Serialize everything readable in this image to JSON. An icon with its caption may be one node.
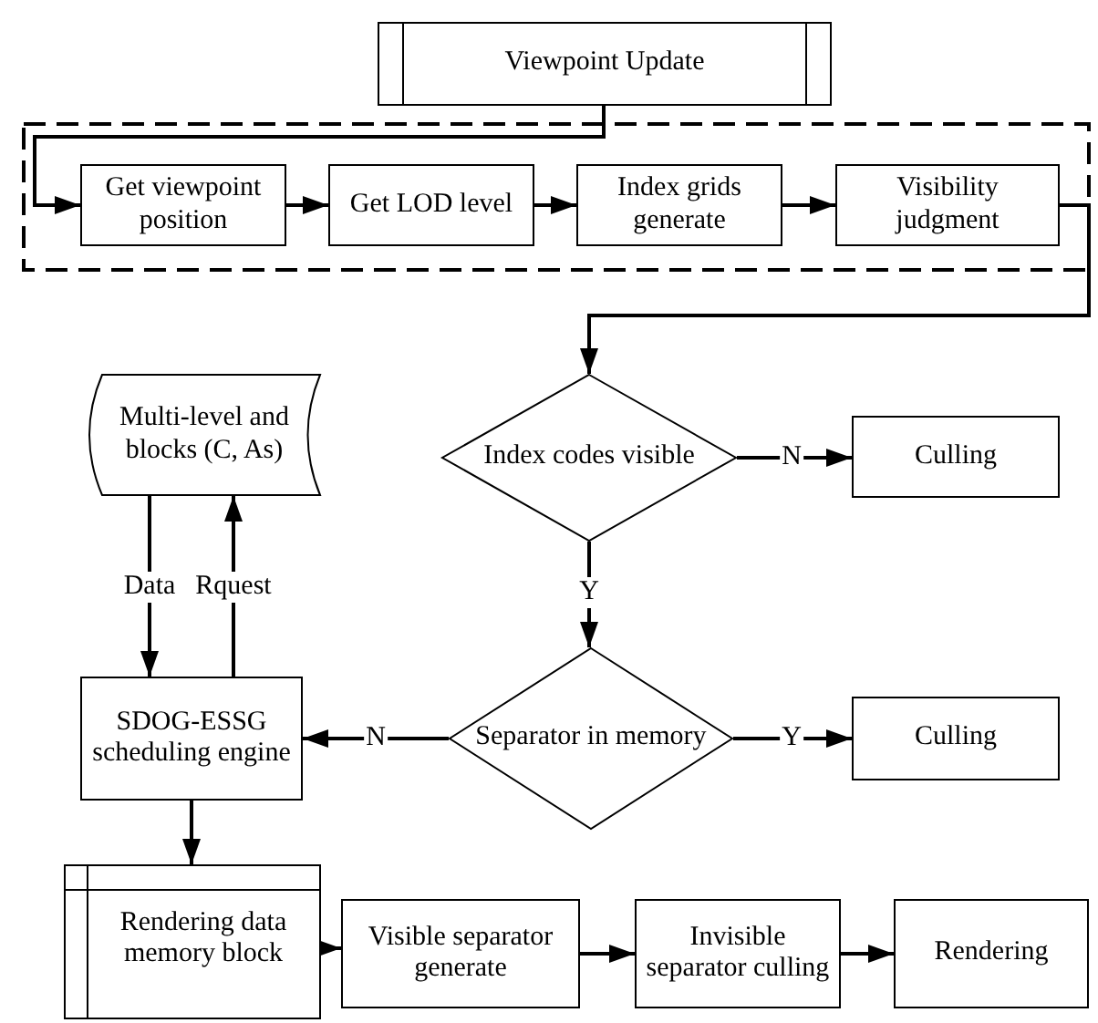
{
  "diagram": {
    "nodes": [
      {
        "text": [
          "Viewpoint Update"
        ]
      },
      {
        "text": [],
        "shape": "box"
      },
      {
        "text": [
          "Get viewpoint position"
        ],
        "in": 1
      },
      {
        "text": [
          "Get LOD level"
        ],
        "in": 1
      },
      {
        "text": [
          "Index grids generate"
        ],
        "in": 1
      },
      {
        "text": [
          "Visibility judgment"
        ],
        "in": 1
      },
      {
        "text": [
          "Index codes visible"
        ]
      },
      {
        "text": [
          "Culling"
        ]
      },
      {
        "text": [
          "Multi-level and blocks (C, As)"
        ]
      },
      {
        "text": [
          "SDOG-ESSG scheduling engine"
        ]
      },
      {
        "text": [
          "Separator in memory"
        ]
      },
      {
        "text": [
          "Culling"
        ]
      },
      {
        "text": [
          "Rendering data memory block"
        ]
      },
      {
        "text": [
          "Visible separator generate"
        ]
      },
      {
        "text": [
          "Invisible separator culling"
        ]
      },
      {
        "text": [
          "Rendering"
        ]
      }
    ],
    "edges": [
      {
        "from": 0,
        "to": 2,
        "arrow": "to"
      },
      {
        "from": 2,
        "to": 3,
        "arrow": "to"
      },
      {
        "from": 3,
        "to": 4,
        "arrow": "to"
      },
      {
        "from": 4,
        "to": 5,
        "arrow": "to"
      },
      {
        "from": 5,
        "to": 6,
        "arrow": "to"
      },
      {
        "from": 6,
        "to": 7,
        "arrow": "to",
        "label": "N"
      },
      {
        "from": 6,
        "to": 10,
        "arrow": "to",
        "label": "Y"
      },
      {
        "from": 10,
        "to": 11,
        "arrow": "to",
        "label": "Y"
      },
      {
        "from": 10,
        "to": 9,
        "arrow": "to",
        "label": "N"
      },
      {
        "from": 8,
        "to": 9,
        "arrow": "to",
        "label": "Data"
      },
      {
        "from": 9,
        "to": 8,
        "arrow": "to",
        "label": "Rquest"
      },
      {
        "from": 9,
        "to": 12,
        "arrow": "to"
      },
      {
        "from": 12,
        "to": 13,
        "arrow": "to"
      },
      {
        "from": 13,
        "to": 14,
        "arrow": "to"
      },
      {
        "from": 14,
        "to": 15,
        "arrow": "to"
      }
    ]
  }
}
